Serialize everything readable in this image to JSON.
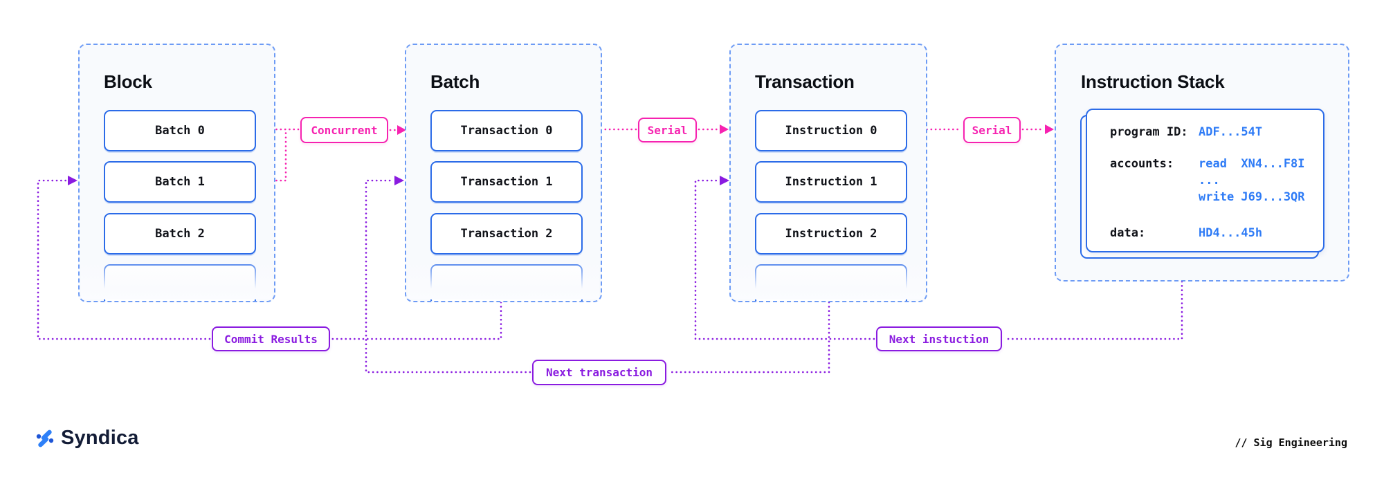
{
  "diagram": {
    "panels": [
      {
        "title": "Block",
        "items": [
          "Batch 0",
          "Batch 1",
          "Batch 2"
        ]
      },
      {
        "title": "Batch",
        "items": [
          "Transaction 0",
          "Transaction 1",
          "Transaction 2"
        ]
      },
      {
        "title": "Transaction",
        "items": [
          "Instruction 0",
          "Instruction 1",
          "Instruction 2"
        ]
      }
    ],
    "stack_panel": {
      "title": "Instruction Stack",
      "card": {
        "program_id_label": "program ID:",
        "program_id_value": "ADF...54T",
        "accounts_label": "accounts:",
        "accounts_lines": [
          "read  XN4...F8I",
          "...",
          "write J69...3QR"
        ],
        "data_label": "data:",
        "data_value": "HD4...45h"
      }
    },
    "labels": {
      "concurrent": "Concurrent",
      "serial_batch": "Serial",
      "serial_instruction": "Serial",
      "commit_results": "Commit Results",
      "next_transaction": "Next transaction",
      "next_instruction": "Next instuction"
    }
  },
  "footer": {
    "brand": "Syndica",
    "credit": "// Sig Engineering"
  },
  "colors": {
    "box_blue": "#2b6be8",
    "dash_blue": "#6d9bf5",
    "value_blue": "#2e7bf6",
    "pink": "#f622b0",
    "purple": "#8a1be0",
    "panel_bg": "#f8fafd",
    "text": "#0b0e14",
    "brand_navy": "#131c36"
  }
}
